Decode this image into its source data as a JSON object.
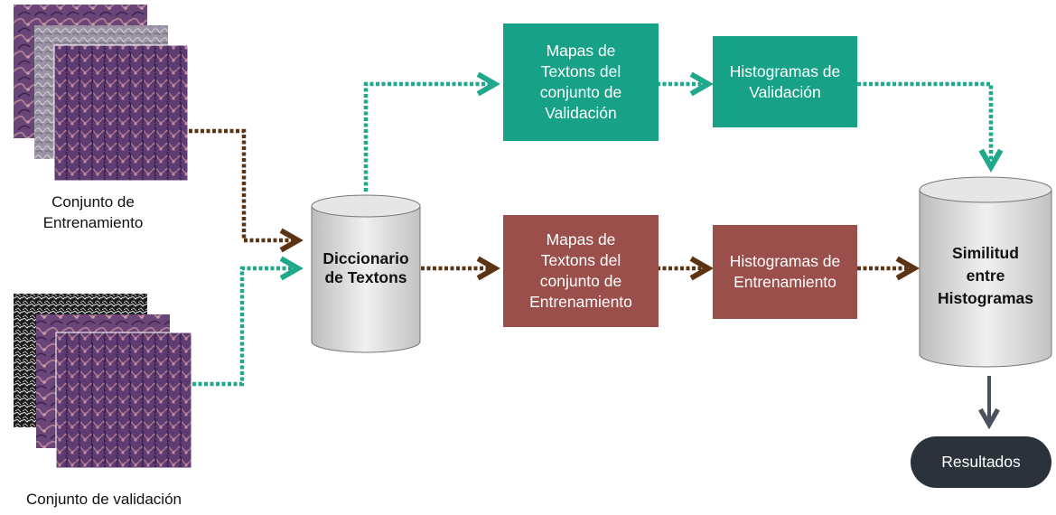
{
  "captions": {
    "training_set": "Conjunto de\nEntrenamiento",
    "validation_set": "Conjunto de validación"
  },
  "dictionary": "Diccionario\nde Textons",
  "validation_path": {
    "maps": "Mapas de\nTextons del\nconjunto de\nValidación",
    "histograms": "Histogramas de\nValidación"
  },
  "training_path": {
    "maps": "Mapas de\nTextons del\nconjunto de\nEntrenamiento",
    "histograms": "Histogramas de\nEntrenamiento"
  },
  "similarity": "Similitud\nentre\nHistogramas",
  "results": "Resultados",
  "colors": {
    "teal": "#17a187",
    "brown": "#9a4f4b",
    "brown_arrow": "#5c3414",
    "teal_arrow": "#1fa88b",
    "dark_arrow": "#4a5260",
    "results_bg": "#2b323c"
  }
}
